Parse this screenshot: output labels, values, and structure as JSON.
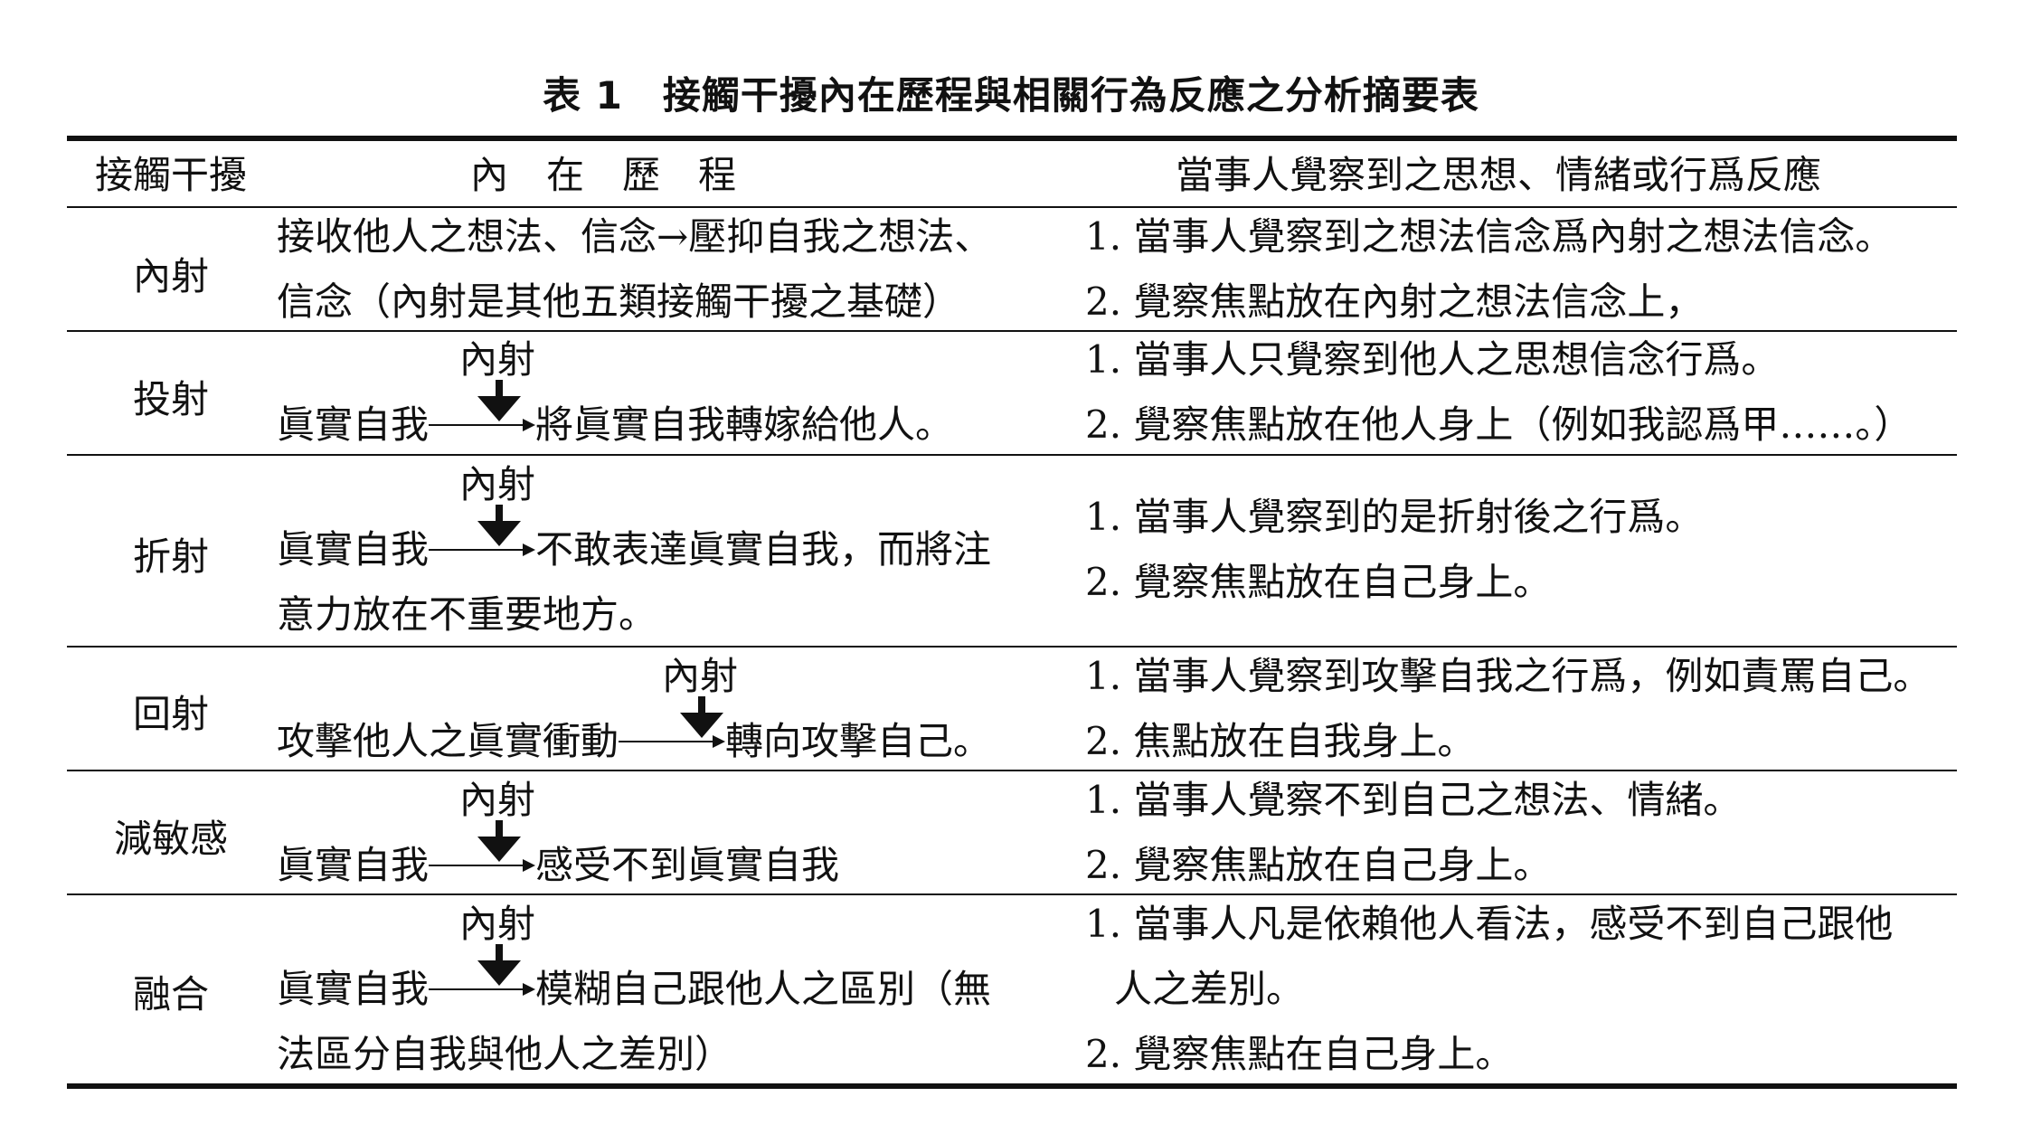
{
  "caption": {
    "number": "表 1",
    "title": "接觸干擾內在歷程與相關行為反應之分析摘要表"
  },
  "headers": {
    "col1": "接觸干擾",
    "col2": "內　在　歷　程",
    "col3": "當事人覺察到之思想、情緒或行爲反應"
  },
  "rows": [
    {
      "name": "內射",
      "process": [
        "接收他人之想法、信念→壓抑自我之想法、",
        "信念（內射是其他五類接觸干擾之基礎）"
      ],
      "responses": [
        "1. 當事人覺察到之想法信念爲內射之想法信念。",
        "2. 覺察焦點放在內射之想法信念上，"
      ]
    },
    {
      "name": "投射",
      "label": "內射",
      "from": "眞實自我",
      "to": "將眞實自我轉嫁給他人。",
      "responses": [
        "1. 當事人只覺察到他人之思想信念行爲。",
        "2. 覺察焦點放在他人身上（例如我認爲甲……。）"
      ]
    },
    {
      "name": "折射",
      "label": "內射",
      "from": "眞實自我",
      "to": "不敢表達眞實自我，而將注",
      "cont": "意力放在不重要地方。",
      "responses": [
        "1. 當事人覺察到的是折射後之行爲。",
        "2. 覺察焦點放在自己身上。"
      ]
    },
    {
      "name": "回射",
      "label": "內射",
      "from": "攻擊他人之眞實衝動",
      "to": "轉向攻擊自己。",
      "responses": [
        "1. 當事人覺察到攻擊自我之行爲，例如責罵自己。",
        "2. 焦點放在自我身上。"
      ]
    },
    {
      "name": "減敏感",
      "label": "內射",
      "from": "眞實自我",
      "to": "感受不到眞實自我",
      "responses": [
        "1. 當事人覺察不到自己之想法、情緒。",
        "2. 覺察焦點放在自己身上。"
      ]
    },
    {
      "name": "融合",
      "label": "內射",
      "from": "眞實自我",
      "to": "模糊自己跟他人之區別（無",
      "cont": "法區分自我與他人之差別）",
      "responses": [
        "1. 當事人凡是依賴他人看法，感受不到自己跟他",
        "人之差別。",
        "2. 覺察焦點在自己身上。"
      ]
    }
  ]
}
